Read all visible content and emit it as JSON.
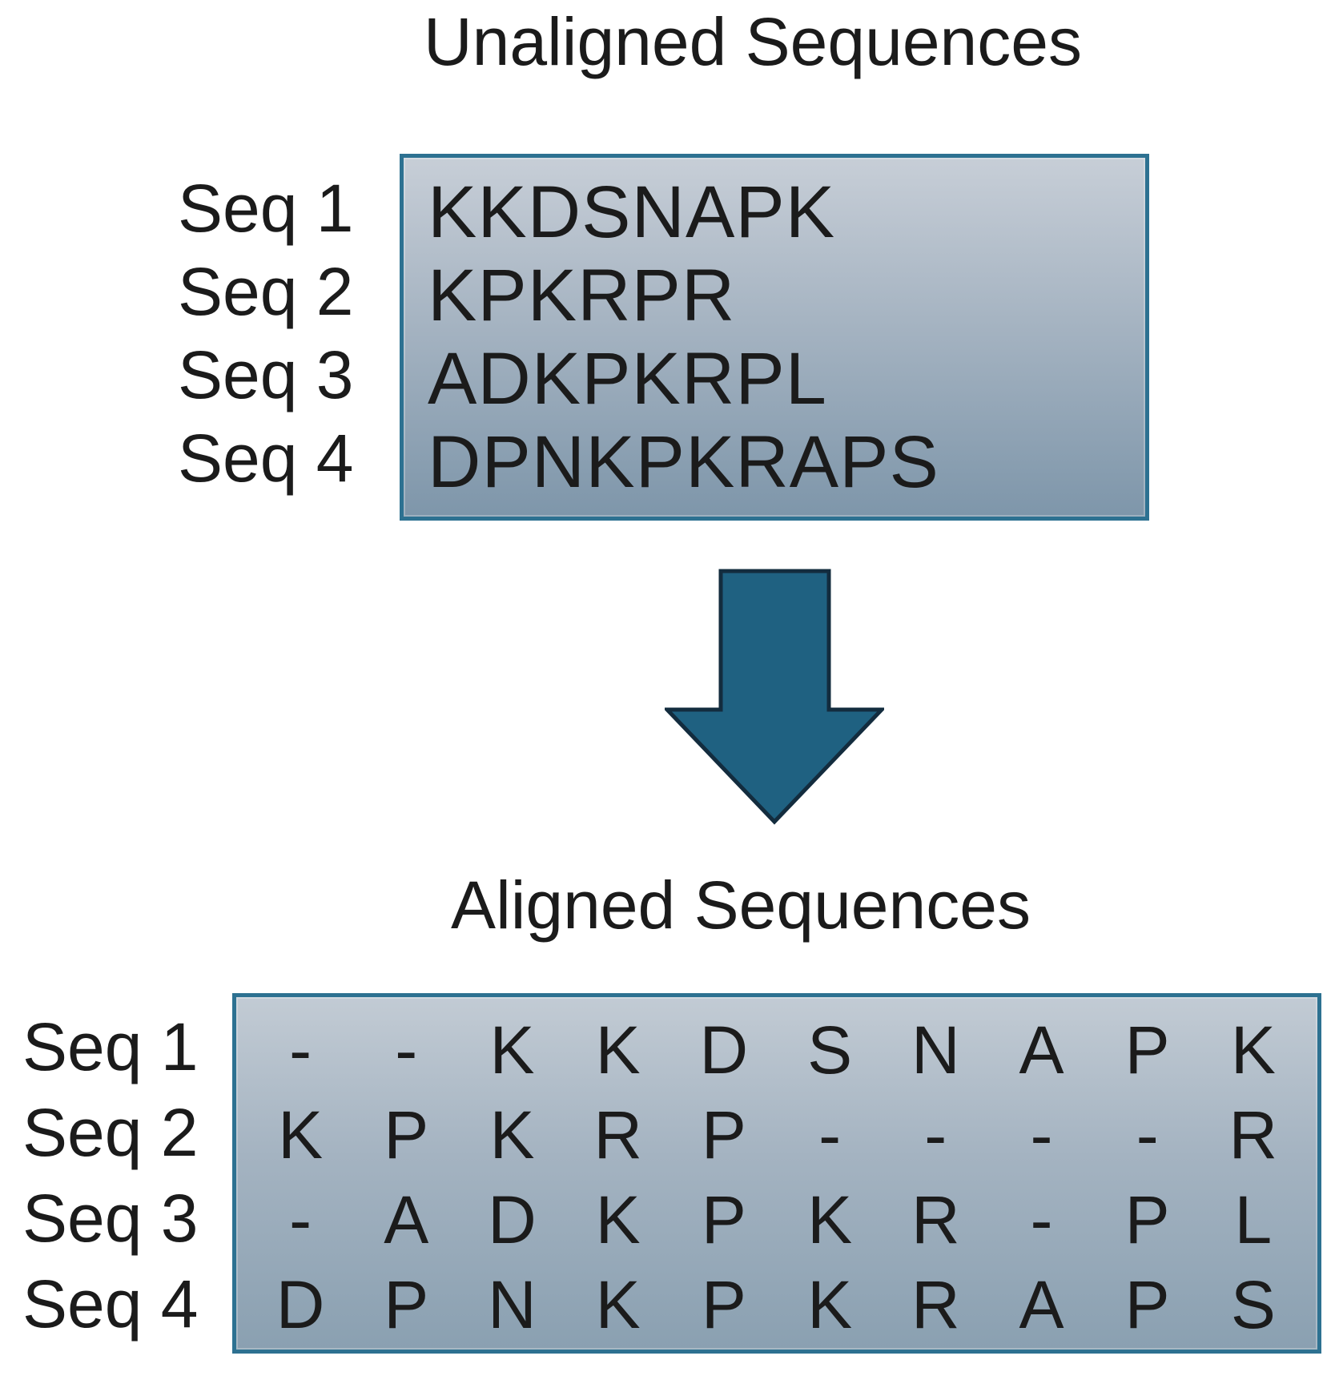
{
  "unaligned": {
    "title": "Unaligned Sequences",
    "labels": [
      "Seq 1",
      "Seq 2",
      "Seq 3",
      "Seq 4"
    ],
    "sequences": [
      "KKDSNAPK",
      "KPKRPR",
      "ADKPKRPL",
      "DPNKPKRAPS"
    ]
  },
  "aligned": {
    "title": "Aligned Sequences",
    "labels": [
      "Seq 1",
      "Seq 2",
      "Seq 3",
      "Seq 4"
    ],
    "rows": [
      [
        "-",
        "-",
        "K",
        "K",
        "D",
        "S",
        "N",
        "A",
        "P",
        "K"
      ],
      [
        "K",
        "P",
        "K",
        "R",
        "P",
        "-",
        "-",
        "-",
        "-",
        "R"
      ],
      [
        "-",
        "A",
        "D",
        "K",
        "P",
        "K",
        "R",
        "-",
        "P",
        "L"
      ],
      [
        "D",
        "P",
        "N",
        "K",
        "P",
        "K",
        "R",
        "A",
        "P",
        "S"
      ]
    ]
  },
  "icons": {
    "down_arrow": "transformation from unaligned to aligned sequences"
  },
  "colors": {
    "box_border": "#2d7191",
    "box_fill_top": "#c7ced7",
    "box_fill_bottom": "#7e96aa",
    "arrow_fill": "#1f6181",
    "arrow_outline": "#132c3e",
    "text": "#1b1b1b",
    "background": "#ffffff"
  }
}
